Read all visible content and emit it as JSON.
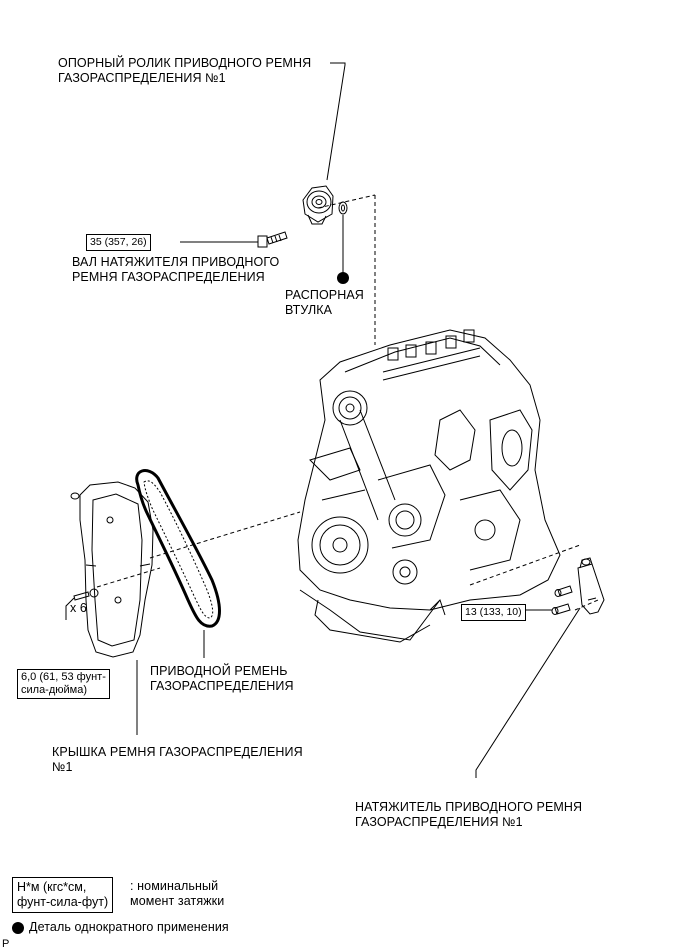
{
  "labels": {
    "idler_line1": "ОПОРНЫЙ РОЛИК ПРИВОДНОГО РЕМНЯ",
    "idler_line2": "ГАЗОРАСПРЕДЕЛЕНИЯ №1",
    "shaft_line1": "ВАЛ НАТЯЖИТЕЛЯ ПРИВОДНОГО",
    "shaft_line2": "РЕМНЯ ГАЗОРАСПРЕДЕЛЕНИЯ",
    "spacer_line1": "РАСПОРНАЯ",
    "spacer_line2": "ВТУЛКА",
    "belt_line1": "ПРИВОДНОЙ РЕМЕНЬ",
    "belt_line2": "ГАЗОРАСПРЕДЕЛЕНИЯ",
    "cover_line1": "КРЫШКА РЕМНЯ ГАЗОРАСПРЕДЕЛЕНИЯ",
    "cover_line2": "№1",
    "tensioner_line1": "НАТЯЖИТЕЛЬ ПРИВОДНОГО РЕМНЯ",
    "tensioner_line2": "ГАЗОРАСПРЕДЕЛЕНИЯ №1",
    "bolt_count": "x 6"
  },
  "torque": {
    "idler_bolt": "35 (357, 26)",
    "tensioner_bolt": "13 (133, 10)",
    "cover_bolt_line1": "6,0 (61, 53 фунт-",
    "cover_bolt_line2": "сила-дюйма)"
  },
  "legend": {
    "unit_line1": "Н*м (кгс*см,",
    "unit_line2": "фунт-сила-фут)",
    "desc_line1": ": номинальный",
    "desc_line2": "момент затяжки",
    "single_use": "Деталь однократного применения"
  },
  "corner_mark": "P"
}
